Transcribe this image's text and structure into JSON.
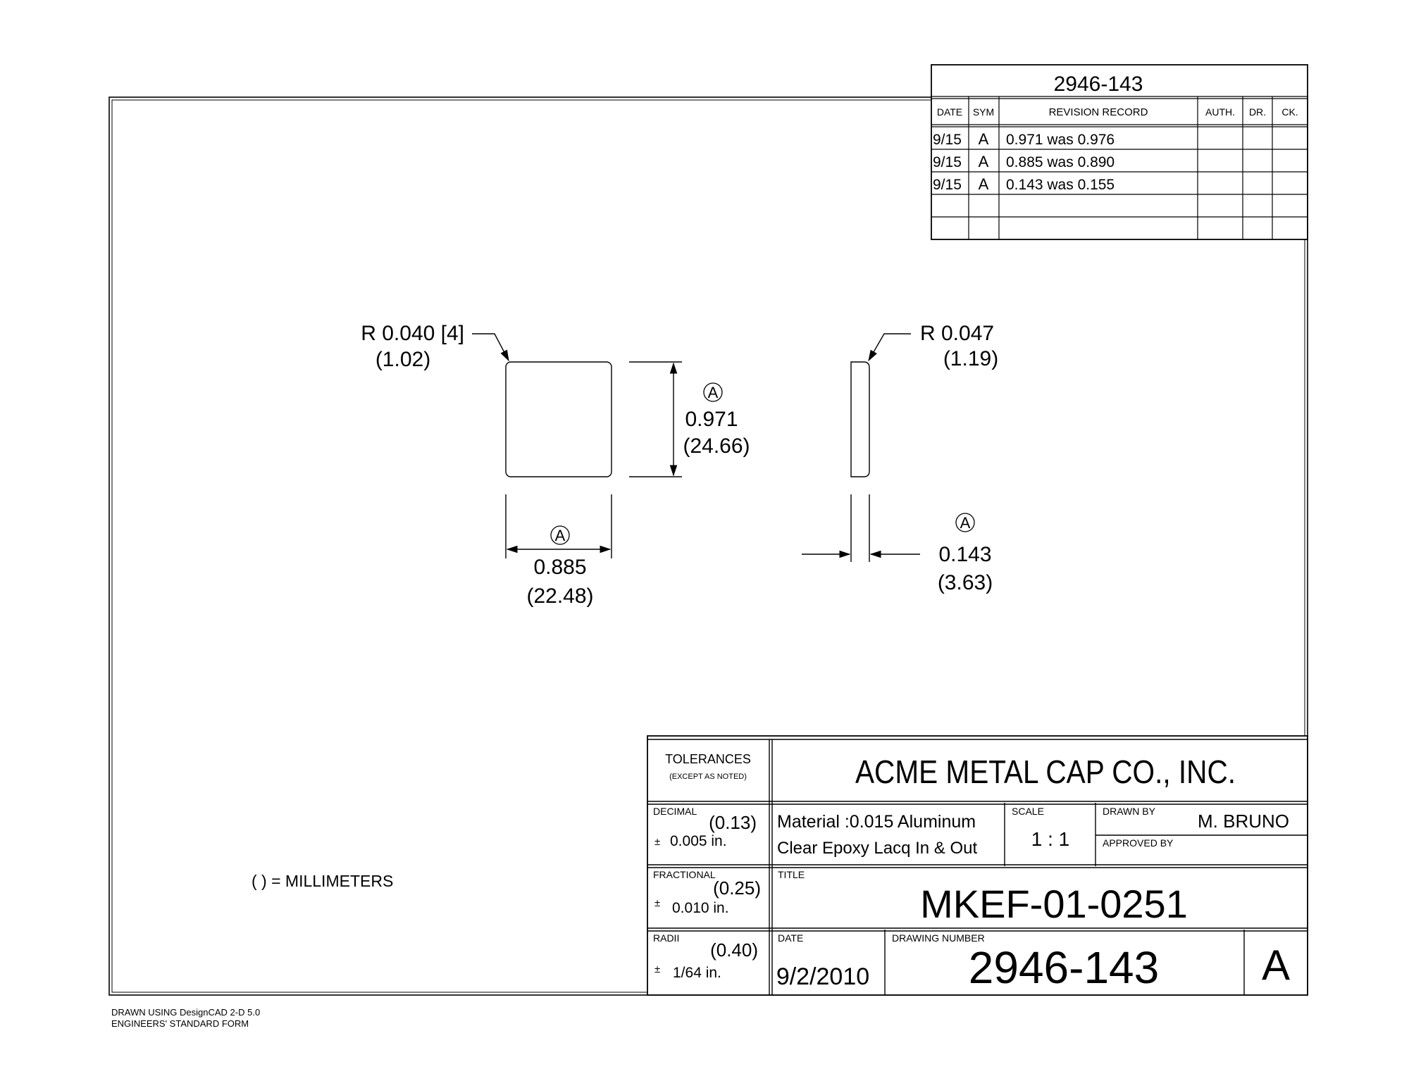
{
  "revision_block": {
    "drawing_number": "2946-143",
    "headers": {
      "date": "DATE",
      "sym": "SYM",
      "record": "REVISION RECORD",
      "auth": "AUTH.",
      "dr": "DR.",
      "ck": "CK."
    },
    "rows": [
      {
        "date": "9/15",
        "sym": "A",
        "record": "0.971 was 0.976"
      },
      {
        "date": "9/15",
        "sym": "A",
        "record": "0.885 was 0.890"
      },
      {
        "date": "9/15",
        "sym": "A",
        "record": "0.143 was 0.155"
      }
    ]
  },
  "front_view": {
    "corner_radius": "R 0.040 [4]",
    "corner_radius_mm": "(1.02)",
    "height_symbol": "A",
    "height": "0.971",
    "height_mm": "(24.66)",
    "width_symbol": "A",
    "width": "0.885",
    "width_mm": "(22.48)"
  },
  "side_view": {
    "radius": "R 0.047",
    "radius_mm": "(1.19)",
    "thickness_symbol": "A",
    "thickness": "0.143",
    "thickness_mm": "(3.63)"
  },
  "units_note": "( ) = MILLIMETERS",
  "title_block": {
    "tolerances_label": "TOLERANCES",
    "except_label": "(EXCEPT AS NOTED)",
    "company": "ACME METAL CAP CO., INC.",
    "decimal": {
      "label": "DECIMAL",
      "mm": "(0.13)",
      "pm": "±",
      "value": "0.005 in."
    },
    "fractional": {
      "label": "FRACTIONAL",
      "mm": "(0.25)",
      "pm": "±",
      "value": "0.010 in."
    },
    "radii": {
      "label": "RADII",
      "mm": "(0.40)",
      "pm": "±",
      "value": "1/64 in."
    },
    "material_line1": "Material :0.015 Aluminum",
    "material_line2": "Clear Epoxy Lacq In & Out",
    "scale_label": "SCALE",
    "scale": "1 : 1",
    "drawn_by_label": "DRAWN BY",
    "drawn_by": "M. BRUNO",
    "approved_by_label": "APPROVED BY",
    "title_label": "TITLE",
    "title": "MKEF-01-0251",
    "date_label": "DATE",
    "date": "9/2/2010",
    "drawing_number_label": "DRAWING NUMBER",
    "drawing_number": "2946-143",
    "revision": "A"
  },
  "footer": {
    "line1": "DRAWN USING DesignCAD 2-D 5.0",
    "line2": "ENGINEERS' STANDARD FORM"
  }
}
